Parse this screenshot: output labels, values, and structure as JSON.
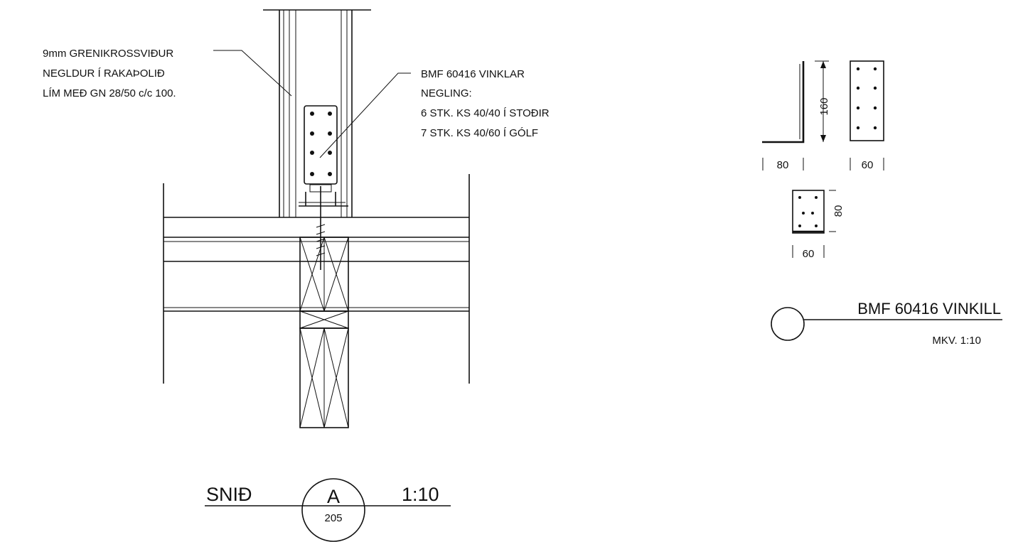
{
  "left_note": {
    "line1": "9mm GRENIKROSSVIÐUR",
    "line2": "NEGLDUR Í RAKAÞOLIÐ",
    "line3": "LÍM MEÐ GN 28/50 c/c 100."
  },
  "right_note": {
    "line1": "BMF 60416 VINKLAR",
    "line2": "NEGLING:",
    "line3": "6 STK. KS 40/40 Í STOÐIR",
    "line4": "7 STK. KS 40/60 Í GÓLF"
  },
  "section_title": {
    "label": "SNIÐ",
    "letter": "A",
    "sheet": "205",
    "scale": "1:10"
  },
  "detail": {
    "dim_height": "160",
    "dim_leg": "80",
    "dim_width_top": "60",
    "dim_small_height": "80",
    "dim_width_bottom": "60",
    "title": "BMF 60416 VINKILL",
    "scale": "MKV. 1:10"
  }
}
